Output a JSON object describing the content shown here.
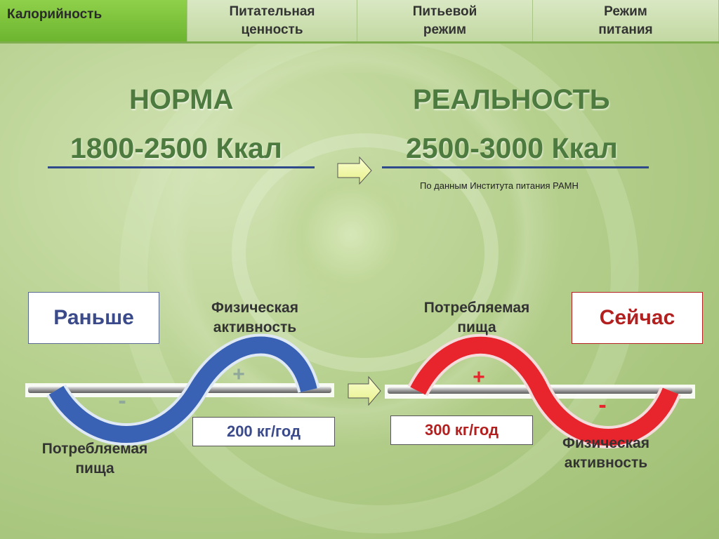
{
  "tabs": [
    {
      "label": "Калорийность",
      "active": true
    },
    {
      "label": "Питательная\nценность",
      "active": false
    },
    {
      "label": "Питьевой\nрежим",
      "active": false
    },
    {
      "label": "Режим\nпитания",
      "active": false
    }
  ],
  "norm": {
    "title": "НОРМА",
    "value": "1800-2500 Ккал"
  },
  "reality": {
    "title": "РЕАЛЬНОСТЬ",
    "value": "2500-3000 Ккал",
    "source": "По данным Института питания РАМН"
  },
  "before": {
    "title": "Раньше",
    "top_label": "Физическая\nактивность",
    "bottom_label": "Потребляемая\nпища",
    "plus": "+",
    "minus": "-",
    "gain": "200 кг/год"
  },
  "now": {
    "title": "Сейчас",
    "top_label": "Потребляемая\nпища",
    "bottom_label": "Физическая\nактивность",
    "plus": "+",
    "minus": "-",
    "gain": "300 кг/год"
  },
  "colors": {
    "accent_green": "#6db52f",
    "title_green": "#4d7a3f",
    "wave_blue": "#3a62b4",
    "wave_red": "#e8242c",
    "label_blue": "#3a4a8a",
    "label_red": "#b22020"
  },
  "icons": [
    "arrow-right-icon",
    "arrow-right-icon"
  ]
}
